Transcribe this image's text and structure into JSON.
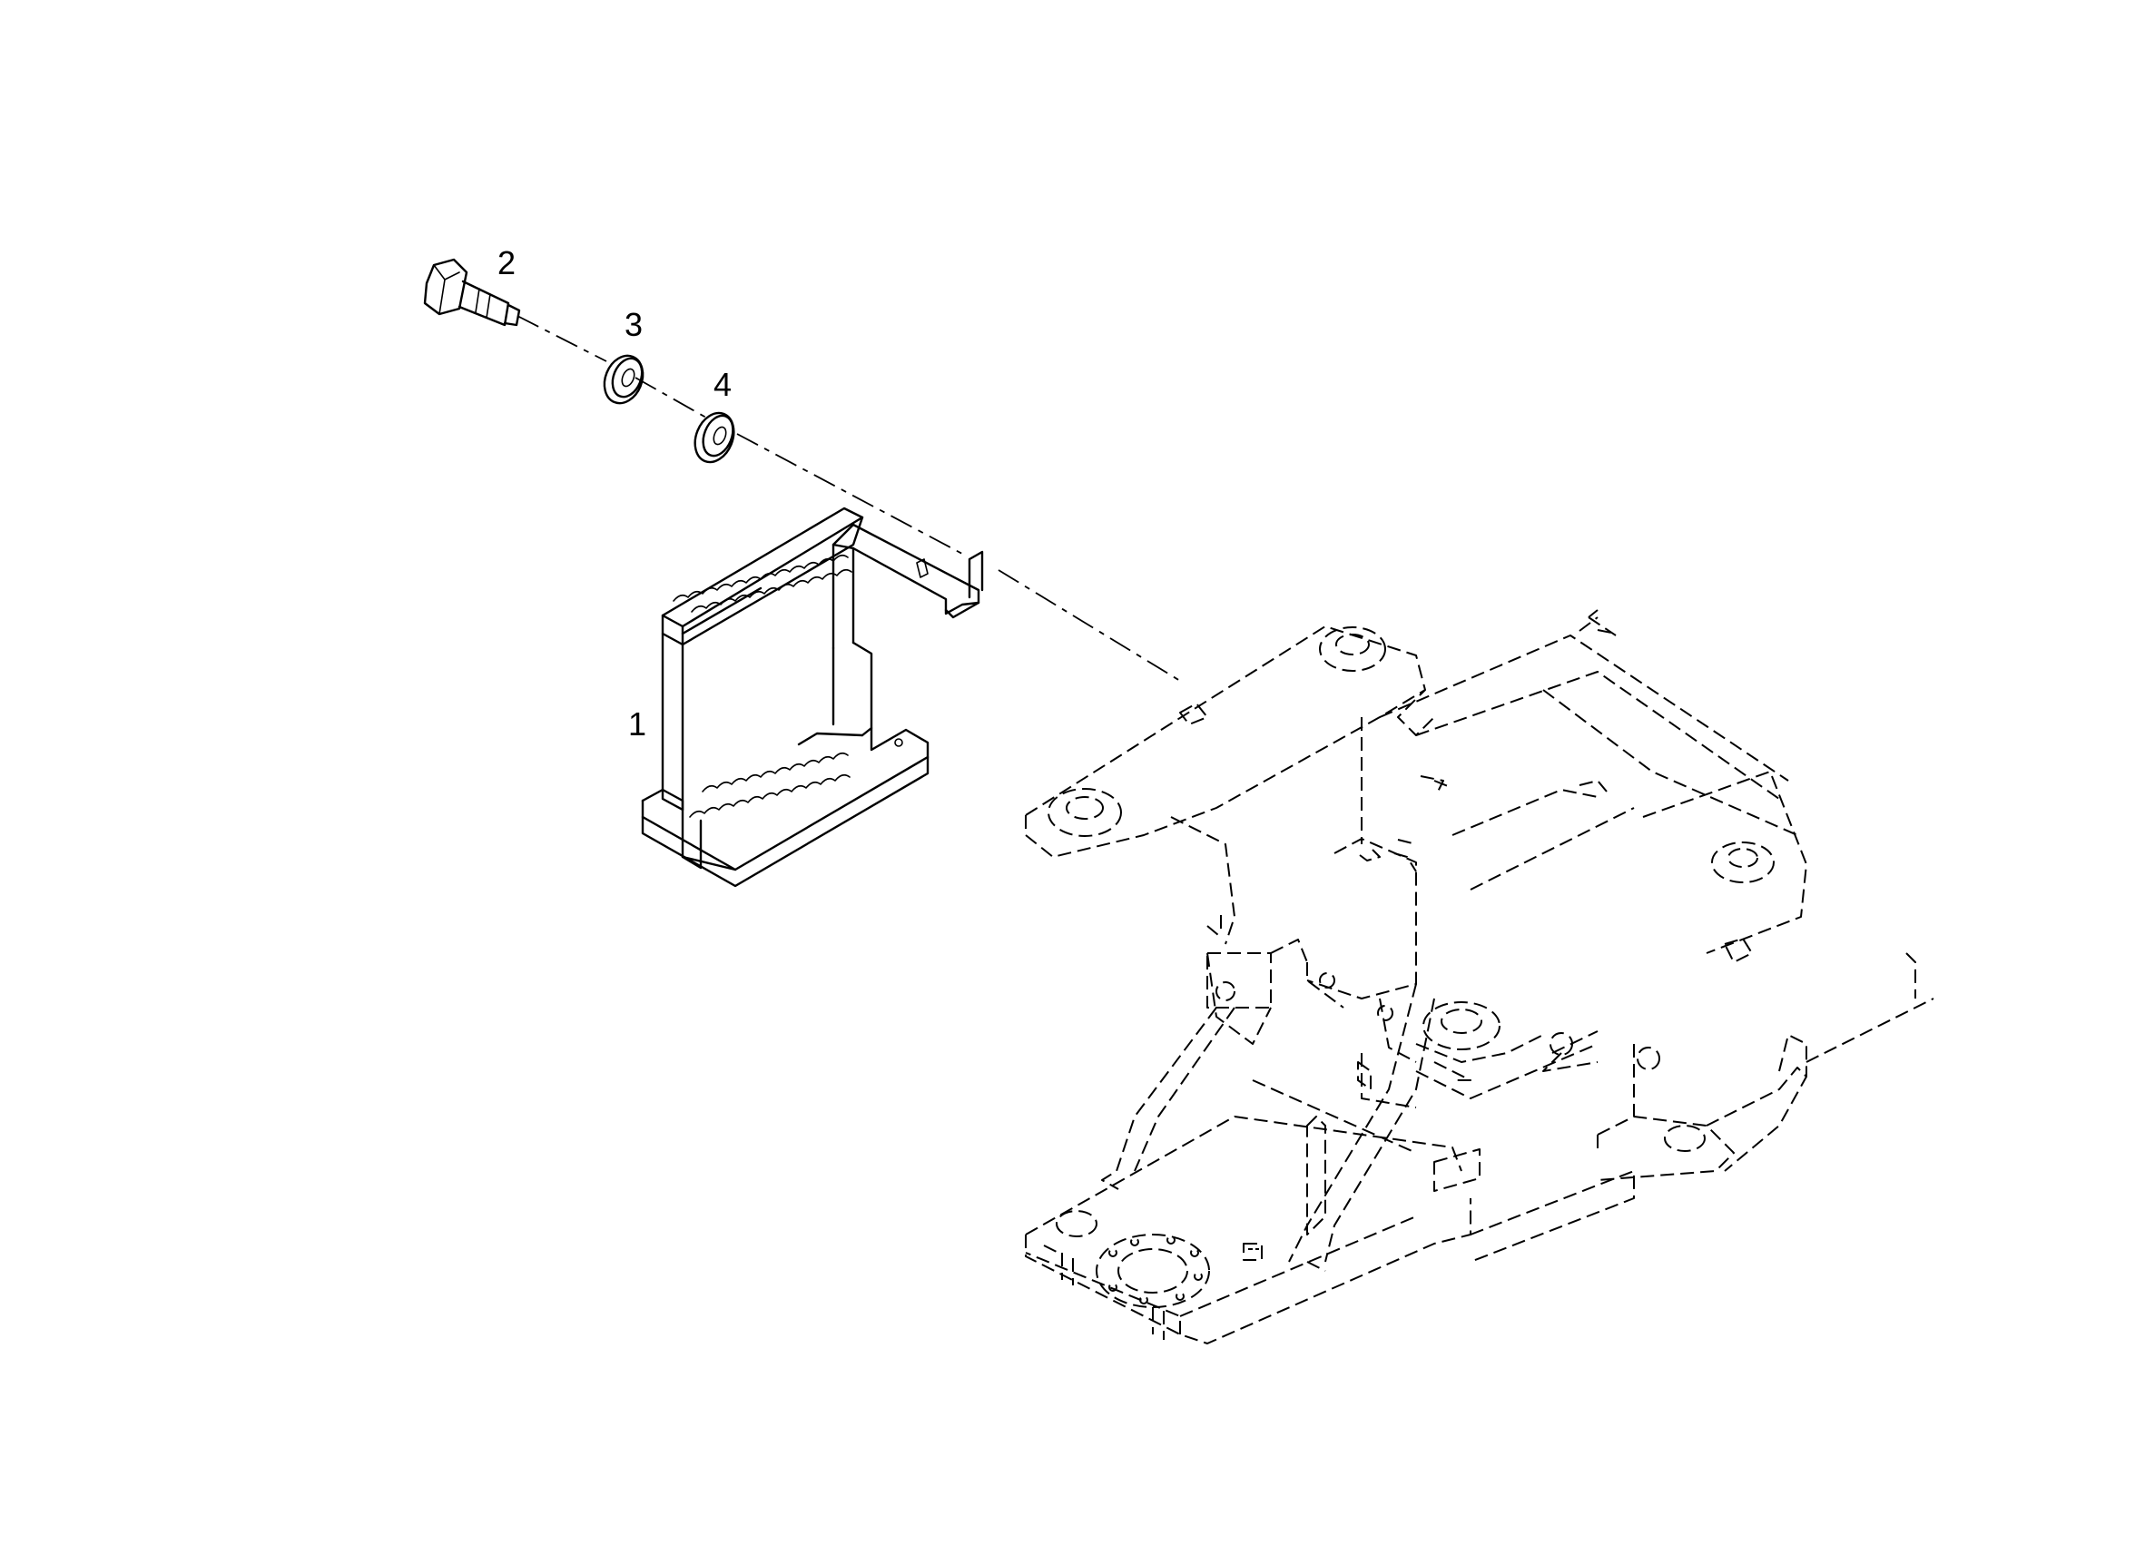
{
  "figure": {
    "callouts": [
      {
        "id": "1",
        "label": "1"
      },
      {
        "id": "2",
        "label": "2"
      },
      {
        "id": "3",
        "label": "3"
      },
      {
        "id": "4",
        "label": "4"
      }
    ],
    "parts": [
      {
        "callout": "1",
        "part": "step-ladder-icon"
      },
      {
        "callout": "2",
        "part": "hex-bolt-icon"
      },
      {
        "callout": "3",
        "part": "washer-icon"
      },
      {
        "callout": "4",
        "part": "washer-icon"
      }
    ],
    "stroke_color": "#000000",
    "background_color": "#ffffff"
  }
}
